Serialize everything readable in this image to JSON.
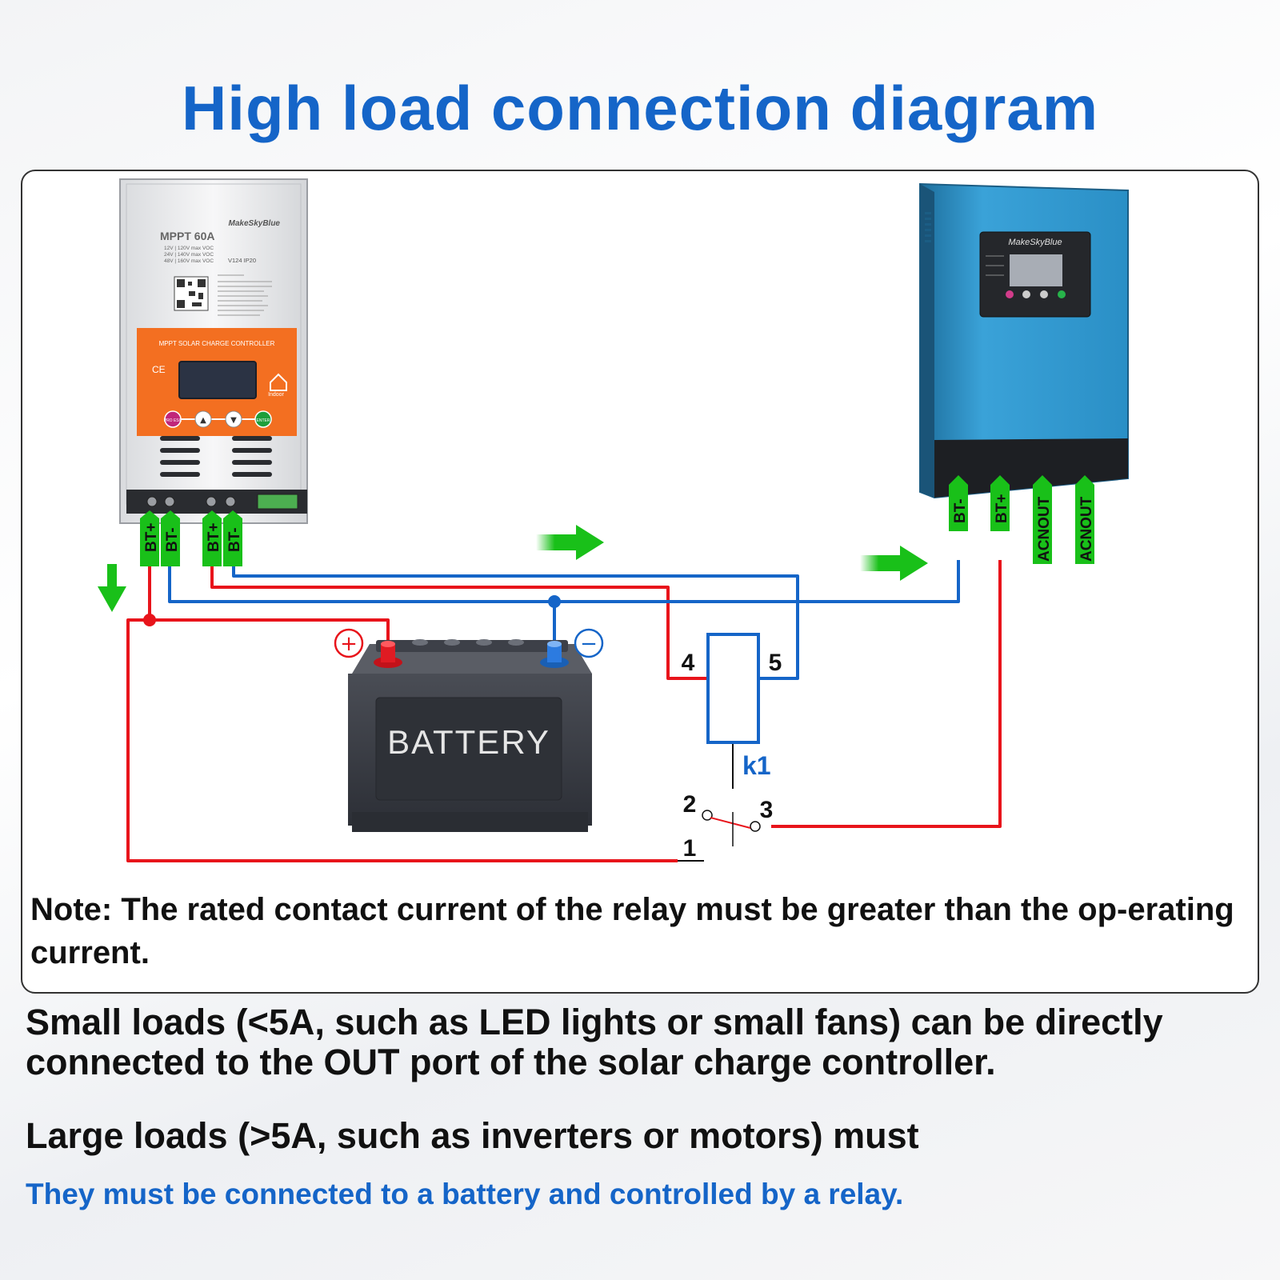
{
  "title": "High load connection diagram",
  "controller": {
    "brand": "MakeSkyBlue",
    "model": "MPPT 60A",
    "specs": [
      "12V | 120V max VOC",
      "24V | 140V max VOC",
      "48V | 160V max VOC"
    ],
    "rating": "V124 IP20",
    "panel_label": "MPPT SOLAR CHARGE CONTROLLER",
    "indoor": "Indoor",
    "buttons": [
      "PRO ESC",
      "▲",
      "▼",
      "ENTER"
    ],
    "terminals": [
      "BT+",
      "BT-",
      "BT+",
      "BT-"
    ]
  },
  "inverter": {
    "brand": "MakeSkyBlue",
    "terminals": [
      "BT-",
      "BT+",
      "ACNOUT",
      "ACNOUT"
    ]
  },
  "battery": {
    "label": "BATTERY",
    "plus": "+",
    "minus": "−"
  },
  "relay": {
    "name": "k1",
    "pins": [
      "4",
      "5",
      "2",
      "3",
      "1"
    ]
  },
  "colors": {
    "positive_wire": "#e8141b",
    "negative_wire": "#1565c8",
    "terminal_green": "#19c019",
    "title_blue": "#1565c8"
  },
  "note": "Note: The rated contact current of the relay must be greater than the op-erating current.",
  "paragraphs": {
    "small_loads": "Small loads (<5A, such as LED lights or small fans) can be directly connected to the OUT port of the solar charge controller.",
    "large_loads": "Large loads (>5A, such as inverters or motors) must",
    "relay_note": "They must be connected to a battery and controlled by a relay."
  }
}
